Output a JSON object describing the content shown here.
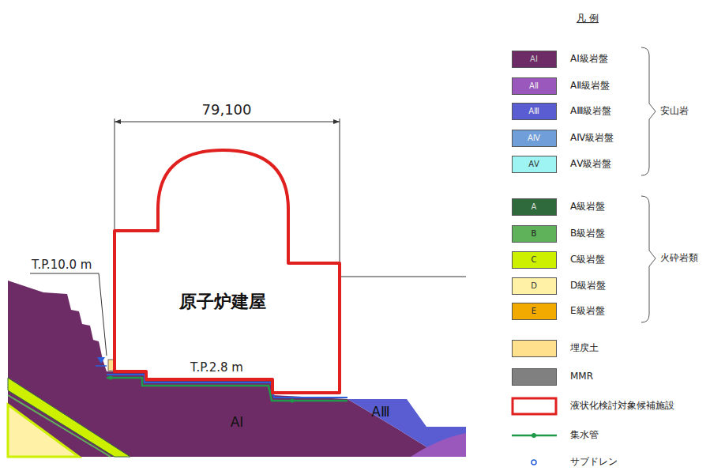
{
  "diagram": {
    "nodes": [
      {
        "text": [
          "原子炉建屋"
        ]
      }
    ],
    "labels": [
      "79,100",
      "T.P.10.0 m",
      "T.P.2.8 m",
      "AⅠ",
      "AⅢ",
      "凡 例",
      "AⅠ",
      "AⅡ",
      "AⅢ",
      "AⅣ",
      "AⅤ",
      "A",
      "B",
      "C",
      "D",
      "E",
      "安山岩",
      "火砕岩類"
    ],
    "legend": [
      {
        "text": "AⅠ級岩盤",
        "color": "#6e2c66"
      },
      {
        "text": "AⅡ級岩盤",
        "color": "#9a58bd"
      },
      {
        "text": "AⅢ級岩盤",
        "color": "#5a5cd2"
      },
      {
        "text": "AⅣ級岩盤",
        "color": "#6f9ed8"
      },
      {
        "text": "AⅤ級岩盤",
        "color": "#9ef3f3"
      },
      {
        "text": "A級岩盤",
        "color": "#2f6a3c"
      },
      {
        "text": "B級岩盤",
        "color": "#5fb15a"
      },
      {
        "text": "C級岩盤",
        "color": "#ccf000"
      },
      {
        "text": "D級岩盤",
        "color": "#fff2a6"
      },
      {
        "text": "E級岩盤",
        "color": "#f2a900"
      },
      {
        "text": "埋戻土",
        "color": "#ffe08c"
      },
      {
        "text": "MMR",
        "color": "#808080"
      },
      {
        "text": "液状化検討対象候補施設"
      },
      {
        "text": "集水管"
      },
      {
        "text": "サブドレン"
      }
    ]
  }
}
